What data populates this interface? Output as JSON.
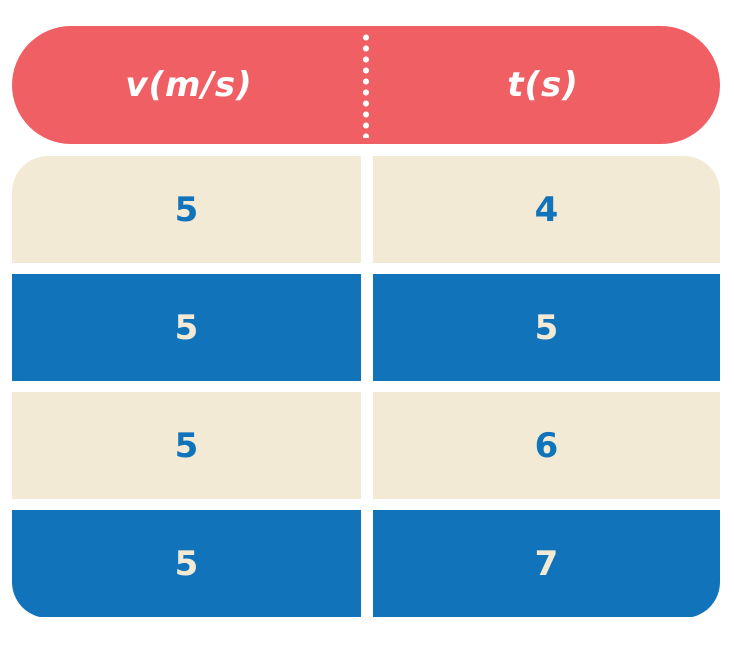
{
  "colors": {
    "header_bg": "#ef5f63",
    "header_text": "#ffffff",
    "cream": "#f3ead6",
    "blue": "#1173b9"
  },
  "chart_data": {
    "type": "table",
    "columns": [
      "v(m/s)",
      "t(s)"
    ],
    "rows": [
      [
        "5",
        "4"
      ],
      [
        "5",
        "5"
      ],
      [
        "5",
        "6"
      ],
      [
        "5",
        "7"
      ]
    ]
  }
}
